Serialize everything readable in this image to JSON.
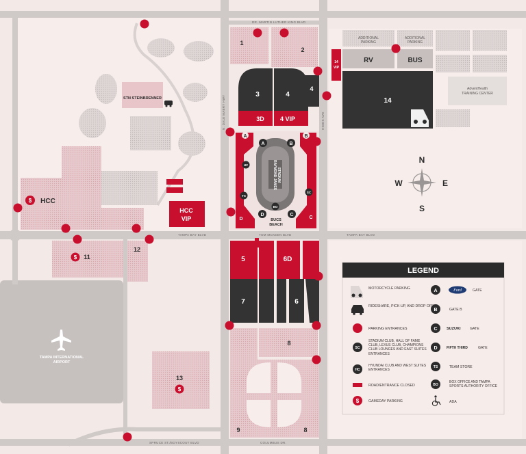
{
  "roads": {
    "mlk": "DR. MARTIN LUTHER KING BLVD",
    "dale_mabry": "N. DALE MABRY HWY",
    "himes": "HIMES AVE",
    "tampa_bay_left": "TAMPA BAY BLVD",
    "tampa_bay_right": "TAMPA BAY BLVD",
    "tom_mckeen": "TOM MCKEEN BLVD",
    "spruce": "SPRUCE ST./BOYSCOUT BLVD",
    "columbus": "COLUMBUS DR."
  },
  "lots": {
    "l1": "1",
    "l2": "2",
    "l3": "3",
    "l4a": "4",
    "l4b": "4",
    "l3d": "3D",
    "l4vip": "4 VIP",
    "l14vip": "14 VIP",
    "rv": "RV",
    "bus": "BUS",
    "l14": "14",
    "addl1": "ADDITIONAL PARKING",
    "addl2": "ADDITIONAL PARKING",
    "hcc": "HCC",
    "hccvip": "HCC VIP",
    "l11": "11",
    "l12": "12",
    "l5": "5",
    "l6d": "6D",
    "l7": "7",
    "l6": "6",
    "l8a": "8",
    "l8b": "8",
    "l9": "9",
    "l13": "13"
  },
  "places": {
    "stn": "STN STEINBRENNER",
    "advent": "AdventHealth TRAINING CENTER",
    "airport": "TAMPA INTERNATIONAL AIRPORT",
    "stadium": "RAYMOND JAMES STADIUM",
    "bucs_beach": "BUCS BEACH"
  },
  "gates": {
    "a": "A",
    "b": "B",
    "c": "C",
    "d": "D",
    "sc": "SC",
    "hc": "HC",
    "ts": "TS",
    "bo": "BO"
  },
  "compass": {
    "n": "N",
    "s": "S",
    "e": "E",
    "w": "W"
  },
  "legend": {
    "title": "LEGEND",
    "motorcycle": "MOTORCYCLE PARKING",
    "rideshare": "RIDESHARE, PICK-UP, AND DROP OFF",
    "entrances": "PARKING ENTRANCES",
    "sc_text": "STADIUM CLUB, HALL OF FAME CLUB, LEXUS CLUB, CHAMPIONS CLUB LOUNGES AND EAST SUITES ENTRANCES",
    "hc_text": "HYUNDAI CLUB AND WEST SUITES ENTRANCES",
    "closed": "ROAD/ENTRANCE CLOSED",
    "gameday": "GAMEDAY PARKING",
    "gate_a": "GATE",
    "gate_b": "GATE B",
    "gate_c": "GATE",
    "gate_d": "GATE",
    "team_store": "TEAM STORE",
    "box_office": "BOX OFFICE AND TAMPA SPORTS AUTHORITY OFFICE",
    "ada": "ADA",
    "ford": "Ford",
    "suzuki": "SUZUKI",
    "fifth_third": "FIFTH THIRD"
  },
  "colors": {
    "red": "#c8102e",
    "dark": "#333333",
    "pink": "#e8c5c9",
    "road": "#c9c3c2",
    "bg": "#f3e9e7"
  }
}
